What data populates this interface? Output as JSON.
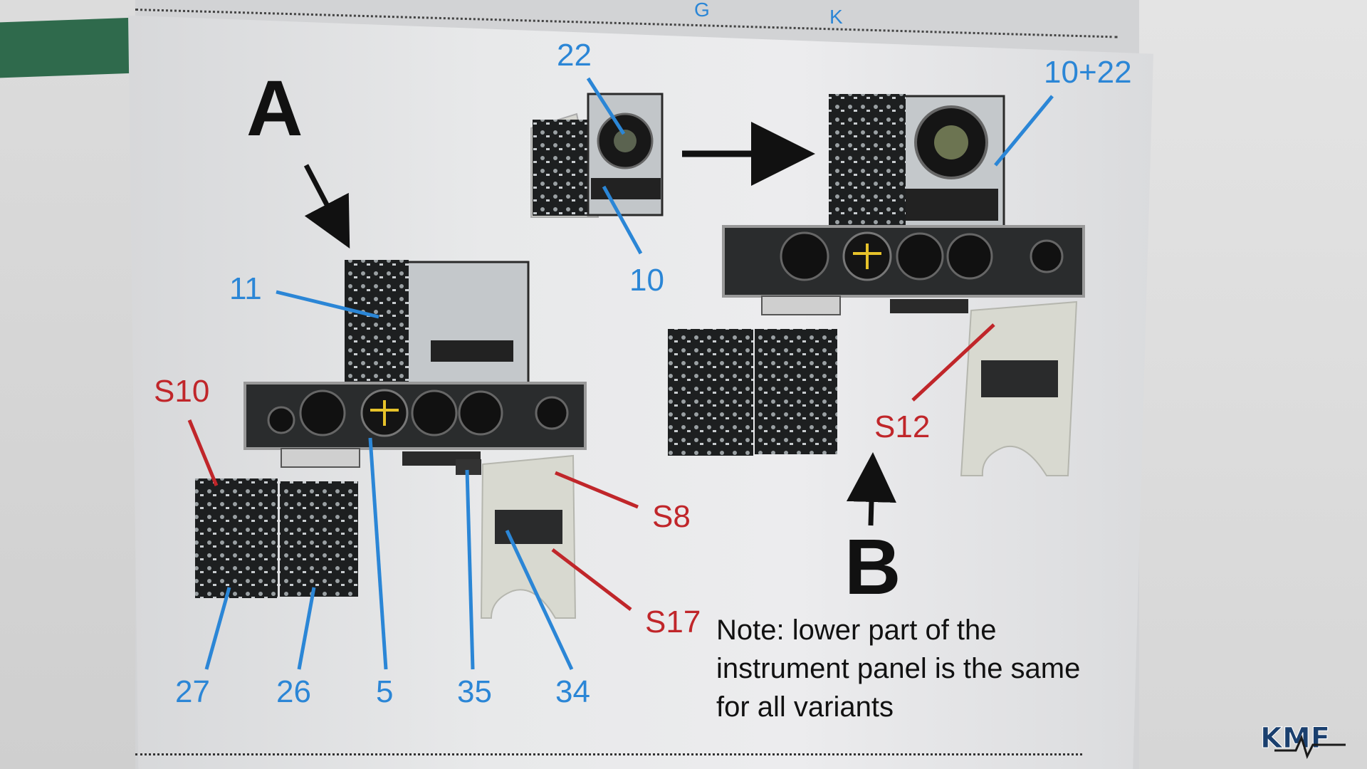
{
  "labels": {
    "a": "A",
    "b": "B",
    "p22": "22",
    "p10": "10",
    "p10_22": "10+22",
    "p11": "11",
    "s10": "S10",
    "s8": "S8",
    "s17": "S17",
    "s12": "S12",
    "p27": "27",
    "p26": "26",
    "p5": "5",
    "p35": "35",
    "p34": "34",
    "top_g": "G",
    "top_k": "K"
  },
  "note": "Note: lower part of the instrument panel is the same for all variants",
  "colors": {
    "blue": "#2b86d6",
    "red": "#c0262a",
    "panel": "#1d1f20",
    "panel_grey": "#b8bcbf",
    "resin": "#dcdcd2"
  },
  "watermark": "KMF"
}
